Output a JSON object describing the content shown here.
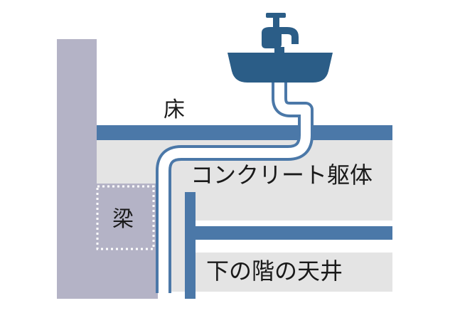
{
  "labels": {
    "floor": "床",
    "concrete_body": "コンクリート躯体",
    "beam": "梁",
    "ceiling_below": "下の階の天井"
  },
  "colors": {
    "wall_gray": "#b4b3c6",
    "slab_light": "#e4e4e4",
    "blue": "#4b78a8",
    "fixture_navy": "#2b5d87",
    "pipe_fill": "#ffffff",
    "beam_dots": "#ffffff",
    "text": "#1a1a1a"
  },
  "icons": [
    "faucet-icon",
    "sink-basin-icon"
  ]
}
